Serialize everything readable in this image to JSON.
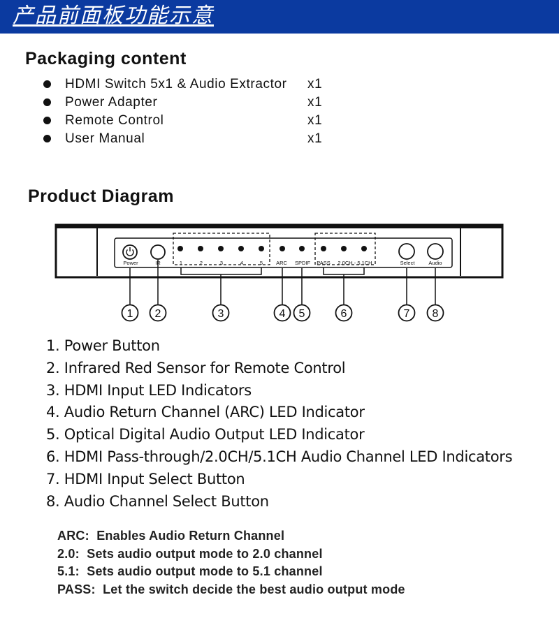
{
  "header": {
    "title": "产品前面板功能示意"
  },
  "packaging": {
    "heading": "Packaging content",
    "items": [
      {
        "name": "HDMI Switch 5x1 & Audio Extractor",
        "qty": "x1"
      },
      {
        "name": "Power Adapter",
        "qty": "x1"
      },
      {
        "name": "Remote Control",
        "qty": "x1"
      },
      {
        "name": "User Manual",
        "qty": "x1"
      }
    ]
  },
  "diagram": {
    "heading": "Product Diagram",
    "panel_labels": {
      "power": "Power",
      "ir": "IR",
      "in1": "1",
      "in2": "2",
      "in3": "3",
      "in4": "4",
      "in5": "5",
      "arc": "ARC",
      "spdif": "SPDIF",
      "pass": "PASS",
      "ch": "2.0CH - 5.1CH",
      "select": "Select",
      "audio": "Audio"
    },
    "callouts": [
      "1",
      "2",
      "3",
      "4",
      "5",
      "6",
      "7",
      "8"
    ]
  },
  "features": [
    "1. Power Button",
    "2. Infrared Red Sensor for Remote Control",
    "3. HDMI Input LED Indicators",
    "4. Audio Return Channel (ARC) LED Indicator",
    "5. Optical Digital Audio Output LED Indicator",
    "6. HDMI Pass-through/2.0CH/5.1CH Audio Channel LED Indicators",
    "7. HDMI Input Select Button",
    "8. Audio Channel Select Button"
  ],
  "notes": [
    {
      "key": "ARC:",
      "text": "Enables Audio Return Channel"
    },
    {
      "key": "2.0:",
      "text": "Sets audio output mode to 2.0 channel"
    },
    {
      "key": "5.1:",
      "text": "Sets audio output mode to 5.1 channel"
    },
    {
      "key": "PASS:",
      "text": "Let the switch decide the best audio output mode"
    }
  ]
}
